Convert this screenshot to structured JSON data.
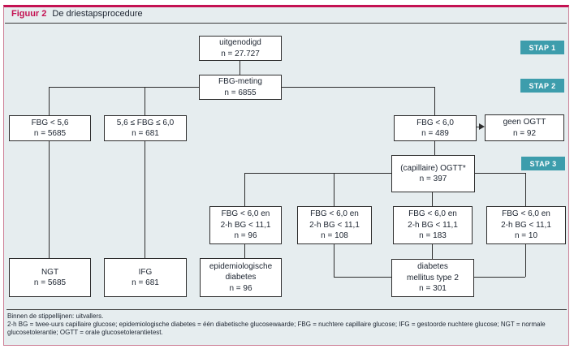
{
  "figure": {
    "label": "Figuur 2",
    "title": "De driestapsprocedure"
  },
  "steps": {
    "step1": "STAP 1",
    "step2": "STAP 2",
    "step3": "STAP 3"
  },
  "nodes": {
    "uitgenodigd": {
      "line1": "uitgenodigd",
      "line2": "n = 27.727"
    },
    "fbg_meting": {
      "line1": "FBG-meting",
      "line2": "n = 6855"
    },
    "fbg_lt_56": {
      "line1": "FBG < 5,6",
      "line2": "n = 5685"
    },
    "fbg_56_60": {
      "line1": "5,6 ≤ FBG ≤ 6,0",
      "line2": "n = 681"
    },
    "fbg_60": {
      "line1": "FBG < 6,0",
      "line2": "n = 489"
    },
    "geen_ogtt": {
      "line1": "geen OGTT",
      "line2": "n = 92"
    },
    "ogtt": {
      "line1": "(capillaire) OGTT*",
      "line2": "n = 397"
    },
    "res1": {
      "line1": "FBG < 6,0 en",
      "line2": "2-h BG < 11,1",
      "line3": "n = 96"
    },
    "res2": {
      "line1": "FBG < 6,0 en",
      "line2": "2-h BG < 11,1",
      "line3": "n = 108"
    },
    "res3": {
      "line1": "FBG < 6,0 en",
      "line2": "2-h BG < 11,1",
      "line3": "n = 183"
    },
    "res4": {
      "line1": "FBG < 6,0 en",
      "line2": "2-h BG < 11,1",
      "line3": "n = 10"
    },
    "ngt": {
      "line1": "NGT",
      "line2": "n = 5685"
    },
    "ifg": {
      "line1": "IFG",
      "line2": "n = 681"
    },
    "epi_diabetes": {
      "line1": "epidemiologische",
      "line2": "diabetes",
      "line3": "n = 96"
    },
    "dm2": {
      "line1": "diabetes",
      "line2": "mellitus type 2",
      "line3": "n = 301"
    }
  },
  "footnotes": {
    "line1": "Binnen de stippellijnen: uitvallers.",
    "line2": "2-h BG = twee-uurs capillaire glucose; epidemiologische diabetes = één diabetische glucosewaarde; FBG = nuchtere capillaire glucose; IFG = gestoorde nuchtere glucose; NGT = normale glucosetolerantie; OGTT = orale glucosetolerantietest."
  },
  "colors": {
    "accent_crimson": "#c41152",
    "badge_teal": "#3d9dac",
    "panel_background": "#e6edef",
    "panel_border_pink": "#cc7e95",
    "line_color": "#2d2d2d"
  }
}
